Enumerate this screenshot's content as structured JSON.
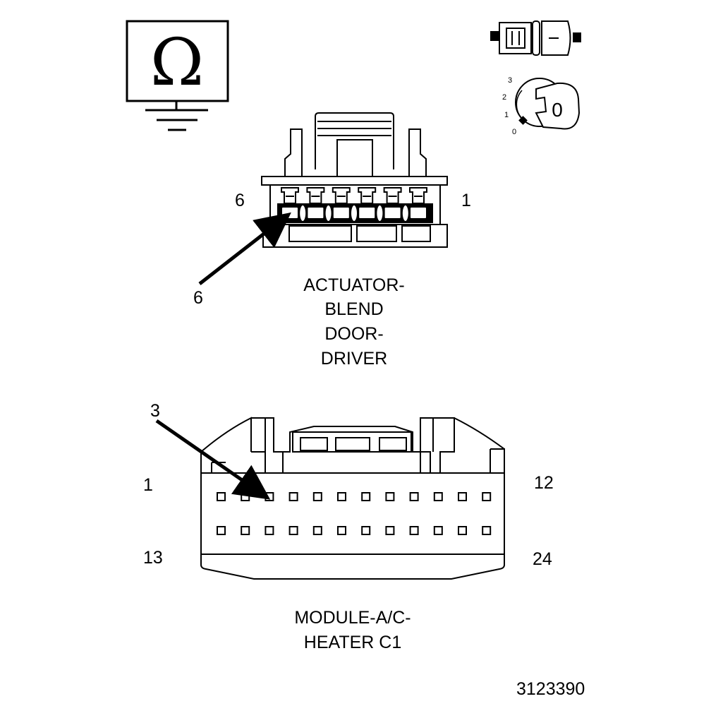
{
  "meter": {
    "symbol": "Ω",
    "icon": "ohmmeter-with-ground-icon"
  },
  "ignition": {
    "icon": "ignition-key-switch-icon",
    "positions": [
      "3",
      "2",
      "1",
      "0"
    ],
    "key_label": "0"
  },
  "connector_icon": "unplugged-connector-icon",
  "actuator": {
    "left_pin": "6",
    "right_pin": "1",
    "probe_pin": "6",
    "title_lines": [
      "ACTUATOR-",
      "BLEND",
      "DOOR-",
      "DRIVER"
    ],
    "cavity_count": 6
  },
  "module": {
    "probe_pin": "3",
    "top_left": "1",
    "top_right": "12",
    "bottom_left": "13",
    "bottom_right": "24",
    "title_lines": [
      "MODULE-A/C-",
      "HEATER C1"
    ],
    "pins_per_row": 12,
    "rows": 2
  },
  "figure_id": "3123390",
  "colors": {
    "line": "#000000",
    "background": "#ffffff"
  }
}
